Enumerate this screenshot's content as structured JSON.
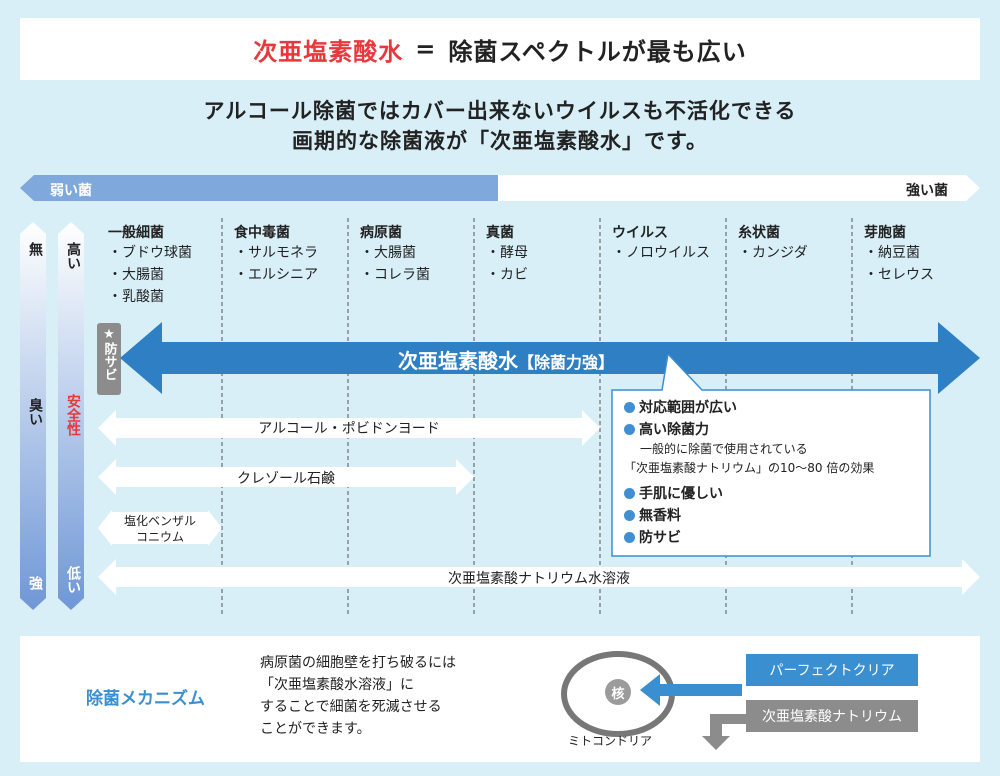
{
  "title": {
    "highlight": "次亜塩素酸水",
    "eq": "=",
    "rest": "除菌スペクトルが最も広い"
  },
  "subtitle": {
    "line1": "アルコール除菌ではカバー出来ないウイルスも不活化できる",
    "line2": "画期的な除菌液が「次亜塩素酸水」です。"
  },
  "scale": {
    "weak": "弱い菌",
    "strong": "強い菌"
  },
  "categories": [
    {
      "title": "一般細菌",
      "items": [
        "・ブドウ球菌",
        "・大腸菌",
        "・乳酸菌"
      ]
    },
    {
      "title": "食中毒菌",
      "items": [
        "・サルモネラ",
        "・エルシニア"
      ]
    },
    {
      "title": "病原菌",
      "items": [
        "・大腸菌",
        "・コレラ菌"
      ]
    },
    {
      "title": "真菌",
      "items": [
        "・酵母",
        "・カビ"
      ]
    },
    {
      "title": "ウイルス",
      "items": [
        "・ノロウイルス"
      ]
    },
    {
      "title": "糸状菌",
      "items": [
        "・カンジダ"
      ]
    },
    {
      "title": "芽胞菌",
      "items": [
        "・納豆菌",
        "・セレウス"
      ]
    }
  ],
  "odor": {
    "top": "無",
    "middle": "臭い",
    "bottom": "強"
  },
  "safety": {
    "top": "高い",
    "middle": "安全性",
    "bottom": "低い"
  },
  "rust_badge": "★防サビ",
  "main_arrow": {
    "name": "次亜塩素酸水",
    "tag": "【除菌力強】"
  },
  "features": {
    "items": [
      "対応範囲が広い",
      "高い除菌力"
    ],
    "note1": "一般的に除菌で使用されている",
    "note2": "「次亜塩素酸ナトリウム」の10〜80 倍の効果",
    "items2": [
      "手肌に優しい",
      "無香料",
      "防サビ"
    ]
  },
  "arrows": {
    "alcohol": "アルコール・ポビドンヨード",
    "cresol": "クレゾール石鹸",
    "benzal1": "塩化ベンザル",
    "benzal2": "コニウム",
    "sodium": "次亜塩素酸ナトリウム水溶液"
  },
  "mechanism": {
    "title": "除菌メカニズム",
    "lines": [
      "病原菌の細胞壁を打ち破るには",
      "「次亜塩素酸水溶液」に",
      "することで細菌を死滅させる",
      "ことができます。"
    ],
    "nucleus": "核",
    "mito": "ミトコンドリア",
    "perfect": "パーフェクトクリア",
    "sodium": "次亜塩素酸ナトリウム"
  },
  "colors": {
    "red": "#e8383d",
    "blue": "#3a8fd0",
    "arrow_dark": "#2e7fc4",
    "grey": "#8c8c8c",
    "scale_blue": "#7fa8dc"
  }
}
